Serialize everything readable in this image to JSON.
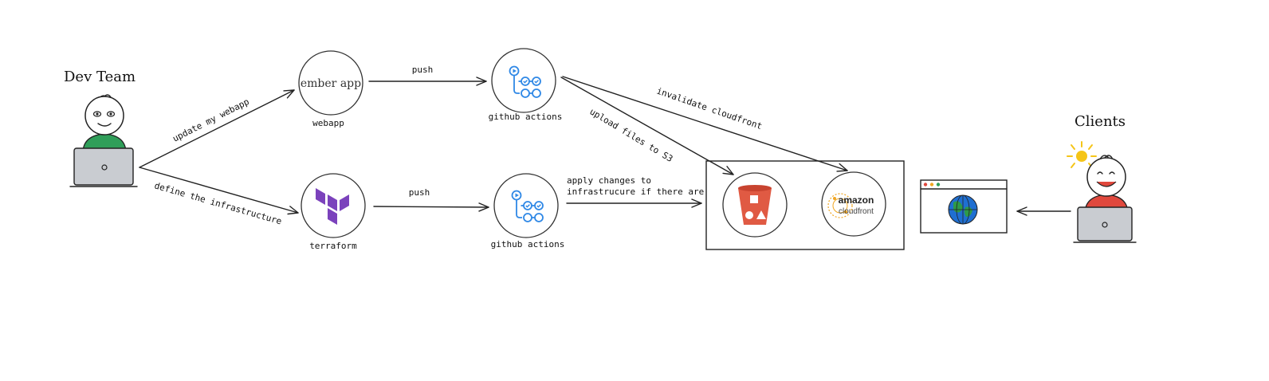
{
  "dev_team": {
    "title": "Dev Team"
  },
  "clients": {
    "title": "Clients"
  },
  "nodes": {
    "webapp": {
      "text": "ember app",
      "caption": "webapp"
    },
    "terraform": {
      "caption": "terraform"
    },
    "gha_top": {
      "caption": "github actions"
    },
    "gha_bottom": {
      "caption": "github actions"
    },
    "cloudfront": {
      "logo_line1": "amazon",
      "logo_line2": "cloudfront"
    }
  },
  "edges": {
    "update_webapp": "update my webapp",
    "define_infra": "define the infrastructure",
    "push_top": "push",
    "push_bottom": "push",
    "invalidate": "invalidate cloudfront",
    "upload": "upload files to S3",
    "apply_line1": "apply changes to",
    "apply_line2": "infrastrucure if there are"
  },
  "colors": {
    "dev_shirt": "#2f9e59",
    "client_shirt": "#e0483d",
    "laptop": "#c9ccd1",
    "terraform": "#7b42bc",
    "github_actions": "#2f88e6",
    "s3": "#e05a43",
    "cloudfront_orange": "#f0a622",
    "sun": "#f5c518",
    "globe_blue": "#1f6fd1",
    "globe_green": "#2e9a4a"
  },
  "icons": [
    "person-icon",
    "laptop-icon",
    "terraform-icon",
    "github-actions-icon",
    "s3-bucket-icon",
    "cloudfront-icon",
    "browser-window-icon",
    "globe-icon",
    "sun-icon"
  ]
}
